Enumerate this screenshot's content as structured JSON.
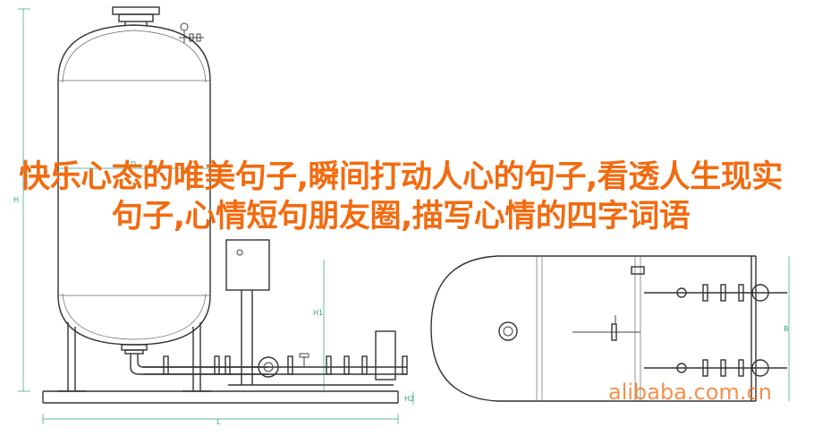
{
  "title": "快乐心态的唯美句子,瞬间打动人心的句子,看透人生现实句子,心情短句朋友圈,描写心情的四字词语",
  "watermark": "alibaba.com.cn",
  "drawing_labels": {
    "height": "H",
    "diameter": "D",
    "h1": "H1",
    "h2": "H2",
    "length": "L",
    "breadth": "B"
  },
  "colors": {
    "title": "#f26b0f",
    "dimension": "#2aa37a",
    "line": "#333333"
  }
}
